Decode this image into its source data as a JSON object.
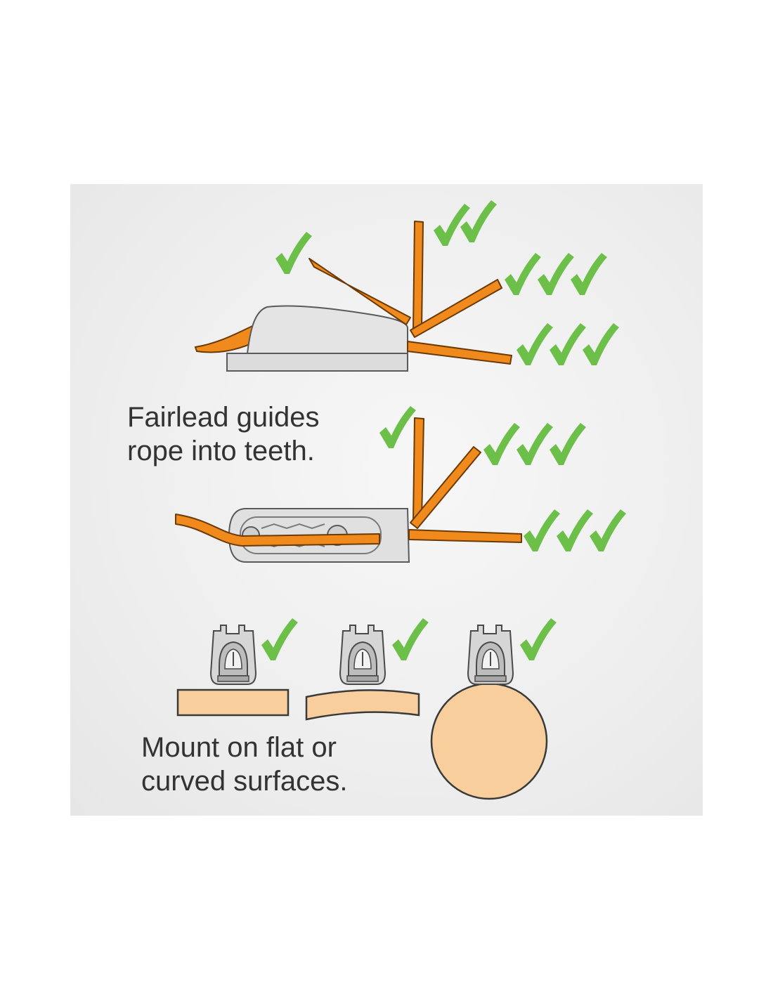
{
  "captions": {
    "fairlead_line1": "Fairlead guides",
    "fairlead_line2": "rope into teeth.",
    "mount_line1": "Mount on flat or",
    "mount_line2": "curved surfaces."
  },
  "colors": {
    "rope_fill": "#f08a1c",
    "rope_outline": "#6b3a06",
    "cleat_fill": "#dcdcdc",
    "cleat_outline": "#5a5a5a",
    "check": "#6cc04a",
    "surface_fill": "#f8cf9c",
    "background": "#efefef",
    "caption_text": "#333333"
  },
  "icons": [
    "check-mark-icon",
    "cam-cleat-side-icon",
    "cam-cleat-top-icon",
    "cleat-front-icon"
  ]
}
